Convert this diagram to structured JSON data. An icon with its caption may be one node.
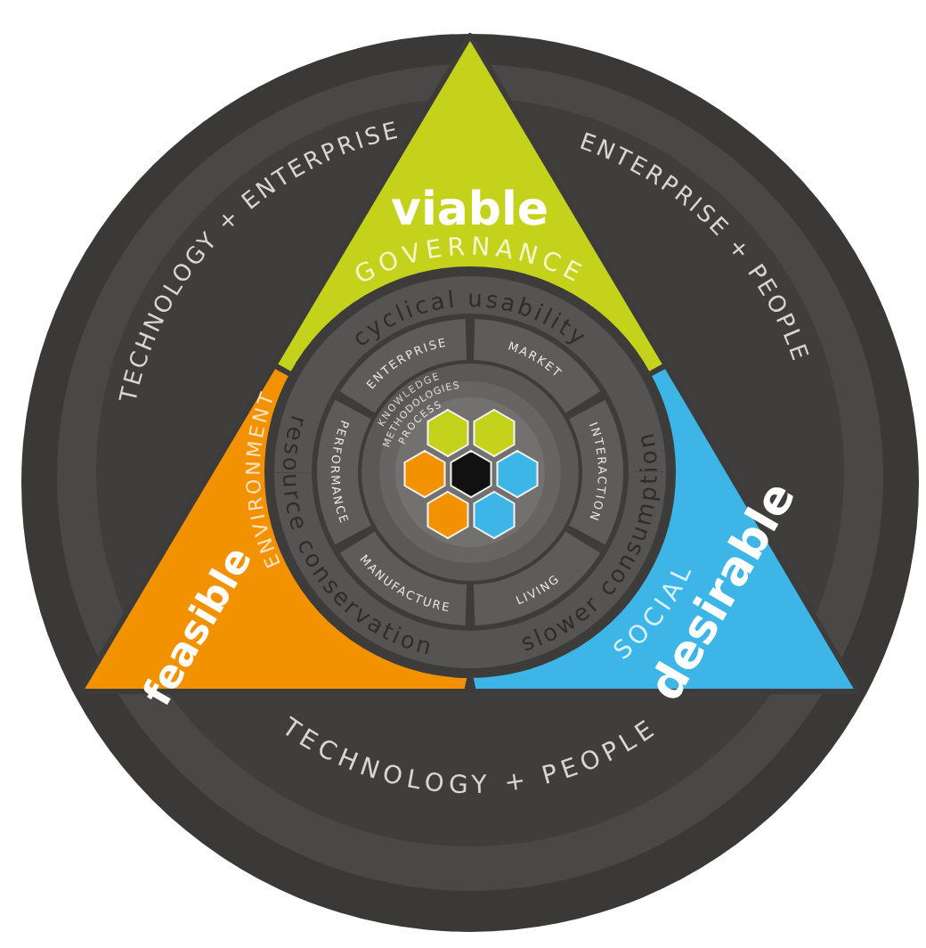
{
  "diagram": {
    "nodes": [
      {
        "text": [
          "viable",
          "GOVERNANCE"
        ]
      },
      {
        "text": [
          "feasible",
          "ENVIRONMENT"
        ]
      },
      {
        "text": [
          "desirable",
          "SOCIAL"
        ]
      },
      {
        "text": [],
        "shape": "hexagon"
      },
      {
        "text": [],
        "shape": "hexagon"
      },
      {
        "text": [],
        "shape": "hexagon"
      },
      {
        "text": [],
        "shape": "hexagon"
      },
      {
        "text": [],
        "shape": "hexagon"
      },
      {
        "text": [],
        "shape": "hexagon"
      },
      {
        "text": [],
        "shape": "hexagon"
      }
    ],
    "labels": [
      "TECHNOLOGY + ENTERPRISE",
      "ENTERPRISE + PEOPLE",
      "cyclical usability",
      "ENTERPRISE",
      "MARKET",
      "KNOWLEDGE",
      "METHODOLOGIES",
      "PROCESS",
      "PERFORMANCE",
      "INTERACTION",
      "resource conservation",
      "MANUFACTURE",
      "LIVING",
      "slower consumption",
      "TECHNOLOGY + PEOPLE"
    ]
  }
}
